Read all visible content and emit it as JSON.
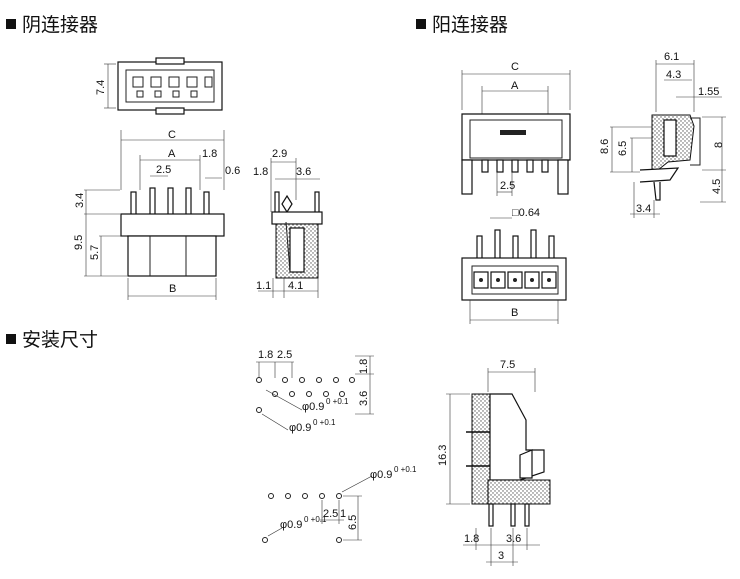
{
  "sections": {
    "female": "阴连接器",
    "male": "阳连接器",
    "mounting": "安装尺寸"
  },
  "labels": {
    "f_h74": "7.4",
    "f_C": "C",
    "f_A": "A",
    "f_18": "1.8",
    "f_25": "2.5",
    "f_06": "0.6",
    "f_34": "3.4",
    "f_95": "9.5",
    "f_57": "5.7",
    "f_B": "B",
    "fs_29": "2.9",
    "fs_18": "1.8",
    "fs_36": "3.6",
    "fs_11": "1.1",
    "fs_41": "4.1",
    "m_C": "C",
    "m_A": "A",
    "m_25": "2.5",
    "m_064": "□0.64",
    "m_B": "B",
    "ms_61": "6.1",
    "ms_43": "4.3",
    "ms_155": "1.55",
    "ms_86": "8.6",
    "ms_65": "6.5",
    "ms_8": "8",
    "ms_45": "4.5",
    "ms_34": "3.4",
    "mt_18": "1.8",
    "mt_25": "2.5",
    "mt_18v": "1.8",
    "mt_36": "3.6",
    "mt_hole1": "φ0.9",
    "mt_hole1_tol": "0 +0.1",
    "mt_hole2": "φ0.9",
    "mt_hole2_tol": "0 +0.1",
    "mb_hole1": "φ0.9",
    "mb_hole1_tol": "0 +0.1",
    "mb_hole2": "φ0.9",
    "mb_hole2_tol": "0 +0.1",
    "mb_25": "2.5",
    "mb_1": "1",
    "mb_65": "6.5",
    "ss_75": "7.5",
    "ss_163": "16.3",
    "ss_18": "1.8",
    "ss_36": "3.6",
    "ss_3": "3"
  }
}
